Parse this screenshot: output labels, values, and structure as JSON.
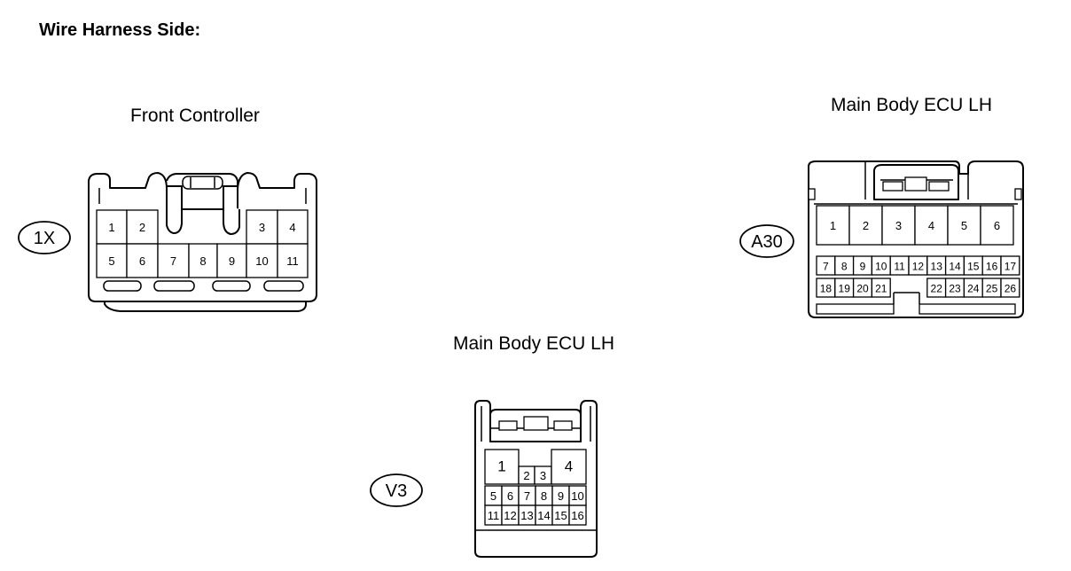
{
  "heading": "Wire Harness Side:",
  "connectors": [
    {
      "id": "1X",
      "caption": "Front Controller",
      "pins": [
        "1",
        "2",
        "3",
        "4",
        "5",
        "6",
        "7",
        "8",
        "9",
        "10",
        "11"
      ]
    },
    {
      "id": "A30",
      "caption": "Main Body ECU LH",
      "pins": [
        "1",
        "2",
        "3",
        "4",
        "5",
        "6",
        "7",
        "8",
        "9",
        "10",
        "11",
        "12",
        "13",
        "14",
        "15",
        "16",
        "17",
        "18",
        "19",
        "20",
        "21",
        "22",
        "23",
        "24",
        "25",
        "26"
      ]
    },
    {
      "id": "V3",
      "caption": "Main Body ECU LH",
      "pins": [
        "1",
        "2",
        "3",
        "4",
        "5",
        "6",
        "7",
        "8",
        "9",
        "10",
        "11",
        "12",
        "13",
        "14",
        "15",
        "16"
      ]
    }
  ]
}
